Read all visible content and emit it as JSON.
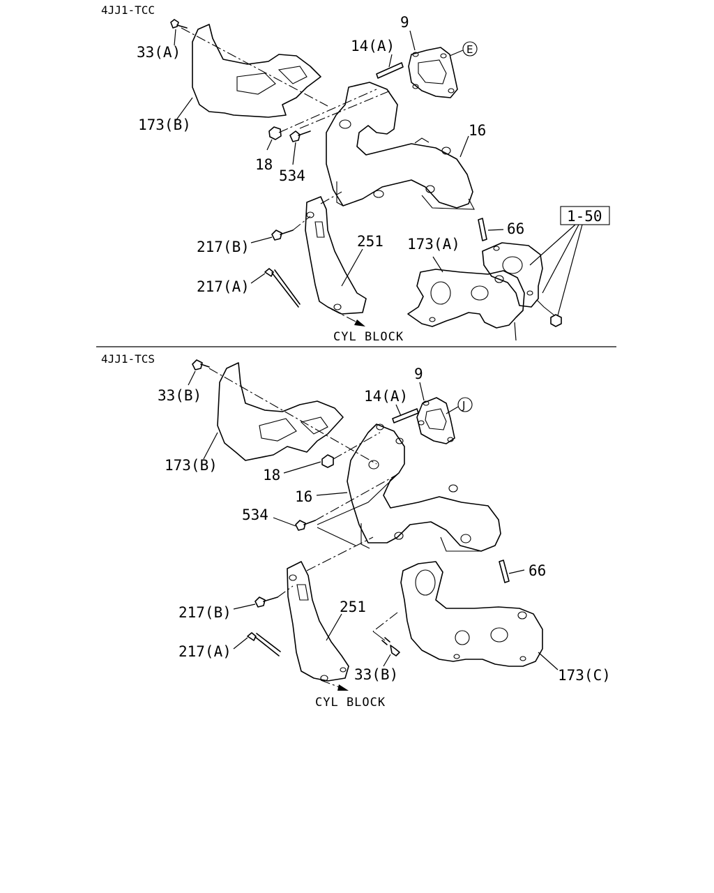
{
  "sections": [
    {
      "header": "4JJ1-TCC",
      "labels": {
        "l33a": "33(A)",
        "l173b": "173(B)",
        "l14a": "14(A)",
        "l9": "9",
        "cE": "E",
        "l16": "16",
        "l18": "18",
        "l534": "534",
        "l217b": "217(B)",
        "l217a": "217(A)",
        "l251": "251",
        "l173a": "173(A)",
        "l66": "66",
        "l150": "1-50",
        "cyl": "CYL BLOCK"
      }
    },
    {
      "header": "4JJ1-TCS",
      "labels": {
        "l33b": "33(B)",
        "l173b": "173(B)",
        "l9": "9",
        "l14a": "14(A)",
        "cJ": "J",
        "l18": "18",
        "l16": "16",
        "l534": "534",
        "l66": "66",
        "l217b": "217(B)",
        "l251": "251",
        "l217a": "217(A)",
        "l33b2": "33(B)",
        "l173c": "173(C)",
        "cyl": "CYL BLOCK"
      }
    }
  ]
}
